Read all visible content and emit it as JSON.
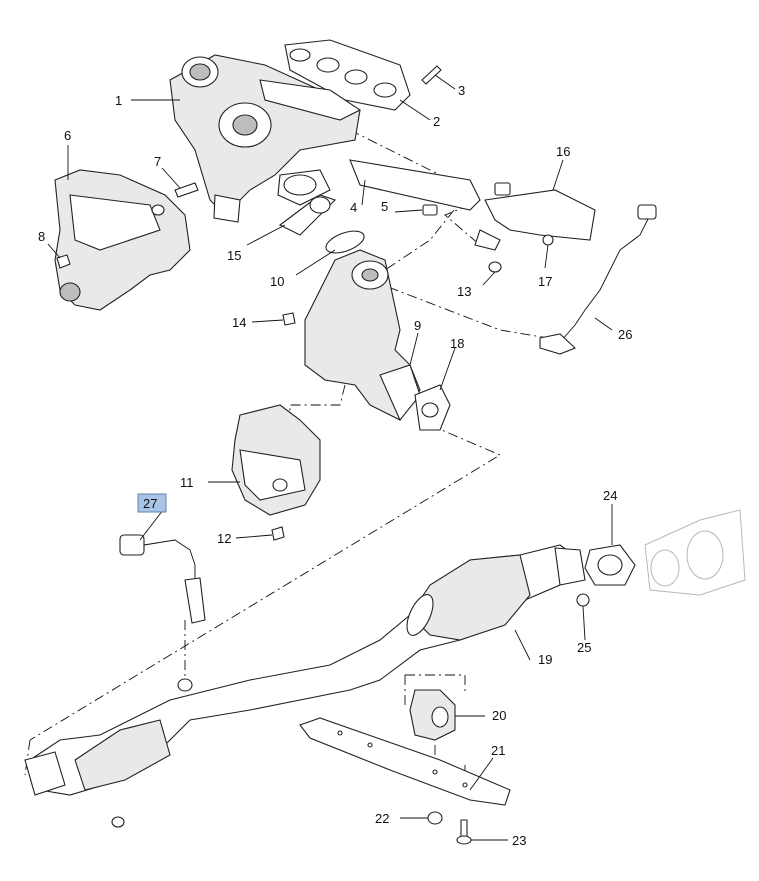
{
  "callouts": [
    {
      "id": "1",
      "label": "1"
    },
    {
      "id": "2",
      "label": "2"
    },
    {
      "id": "3",
      "label": "3"
    },
    {
      "id": "4",
      "label": "4"
    },
    {
      "id": "5",
      "label": "5"
    },
    {
      "id": "6",
      "label": "6"
    },
    {
      "id": "7",
      "label": "7"
    },
    {
      "id": "8",
      "label": "8"
    },
    {
      "id": "9",
      "label": "9"
    },
    {
      "id": "10",
      "label": "10"
    },
    {
      "id": "11",
      "label": "11"
    },
    {
      "id": "12",
      "label": "12"
    },
    {
      "id": "13",
      "label": "13"
    },
    {
      "id": "14",
      "label": "14"
    },
    {
      "id": "15",
      "label": "15"
    },
    {
      "id": "16",
      "label": "16"
    },
    {
      "id": "17",
      "label": "17"
    },
    {
      "id": "18",
      "label": "18"
    },
    {
      "id": "19",
      "label": "19"
    },
    {
      "id": "20",
      "label": "20"
    },
    {
      "id": "21",
      "label": "21"
    },
    {
      "id": "22",
      "label": "22"
    },
    {
      "id": "23",
      "label": "23"
    },
    {
      "id": "24",
      "label": "24"
    },
    {
      "id": "25",
      "label": "25"
    },
    {
      "id": "26",
      "label": "26"
    },
    {
      "id": "27",
      "label": "27",
      "highlighted": true
    }
  ],
  "colors": {
    "line": "#222222",
    "highlight_fill": "#a9c4e6",
    "highlight_border": "#5e7fae",
    "ghost": "#b8b8b8"
  }
}
